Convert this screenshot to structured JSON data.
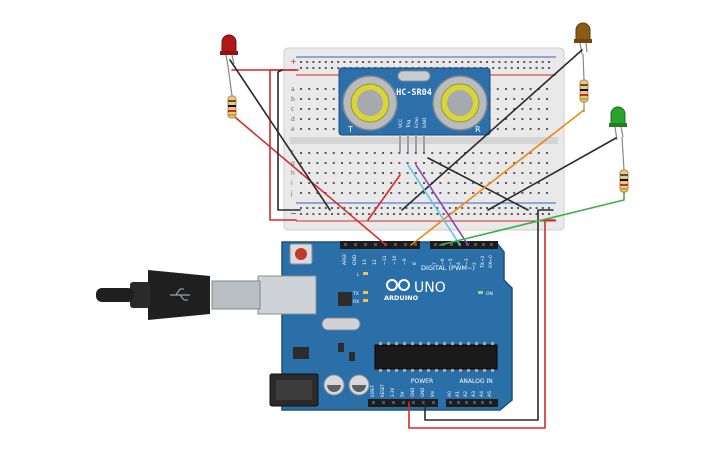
{
  "breadboard": {
    "row_letters_top": [
      "a",
      "b",
      "c",
      "d",
      "e"
    ],
    "row_letters_bottom": [
      "f",
      "g",
      "h",
      "i",
      "j"
    ],
    "rail_plus": "+",
    "rail_minus": "−"
  },
  "sensor": {
    "model": "HC-SR04",
    "mark_left": "T",
    "mark_right": "R",
    "pins": [
      "VCC",
      "Trig",
      "Echo",
      "GND"
    ]
  },
  "arduino": {
    "logo_text": "ARDUINO",
    "model": "UNO",
    "digital_header_label": "DIGITAL (PWM~)",
    "power_label": "POWER",
    "analog_label": "ANALOG IN",
    "on_label": "ON",
    "led_labels": [
      "L",
      "TX",
      "RX"
    ],
    "top_pins_left": [
      "AREF",
      "GND",
      "13",
      "12",
      "~11",
      "~10",
      "~9",
      "8"
    ],
    "top_pins_right": [
      "7",
      "~6",
      "~5",
      "4",
      "~3",
      "2",
      "TX→1",
      "RX←0"
    ],
    "power_pins": [
      "IOREF",
      "RESET",
      "3.3V",
      "5V",
      "GND",
      "GND",
      "Vin"
    ],
    "analog_pins": [
      "A0",
      "A1",
      "A2",
      "A3",
      "A4",
      "A5"
    ]
  },
  "colors": {
    "board_blue": "#2a6fa8",
    "breadboard": "#e9e9e9",
    "wire_red": "#d42a2a",
    "wire_black": "#2a2a2a",
    "wire_orange": "#f0870f",
    "wire_green": "#3db04a",
    "wire_cyan": "#59c4e8",
    "wire_purple": "#8a3fb5",
    "led_red": "#b01818",
    "led_brown": "#8a5a17",
    "led_green": "#29a32c"
  }
}
